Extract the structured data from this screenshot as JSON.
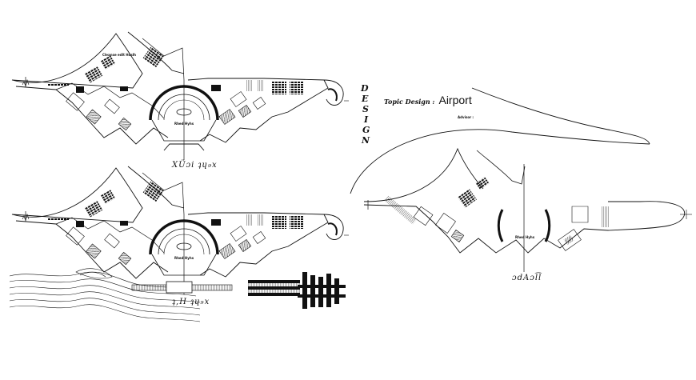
{
  "header": {
    "design_letters": [
      "D",
      "E",
      "S",
      "I",
      "G",
      "N"
    ],
    "topic_prefix": "Topic Design :",
    "topic_title": "Airport",
    "advisor": "Advisor :"
  },
  "plans": {
    "top_left_caption": "XÜɔi ʇɥ₉x",
    "bottom_left_caption": "ʇ,H ʇɥ₉x",
    "right_caption": "ɔdAɔl͡l"
  },
  "room_labels": {
    "top_center": "Rhed Hyhs",
    "bottom_center": "Rhed Hyhs",
    "right_center": "Rhed Hyhs",
    "top_wing": "Cleanse edlt Hoslh"
  },
  "colors": {
    "line": "#111111",
    "background": "#ffffff"
  }
}
